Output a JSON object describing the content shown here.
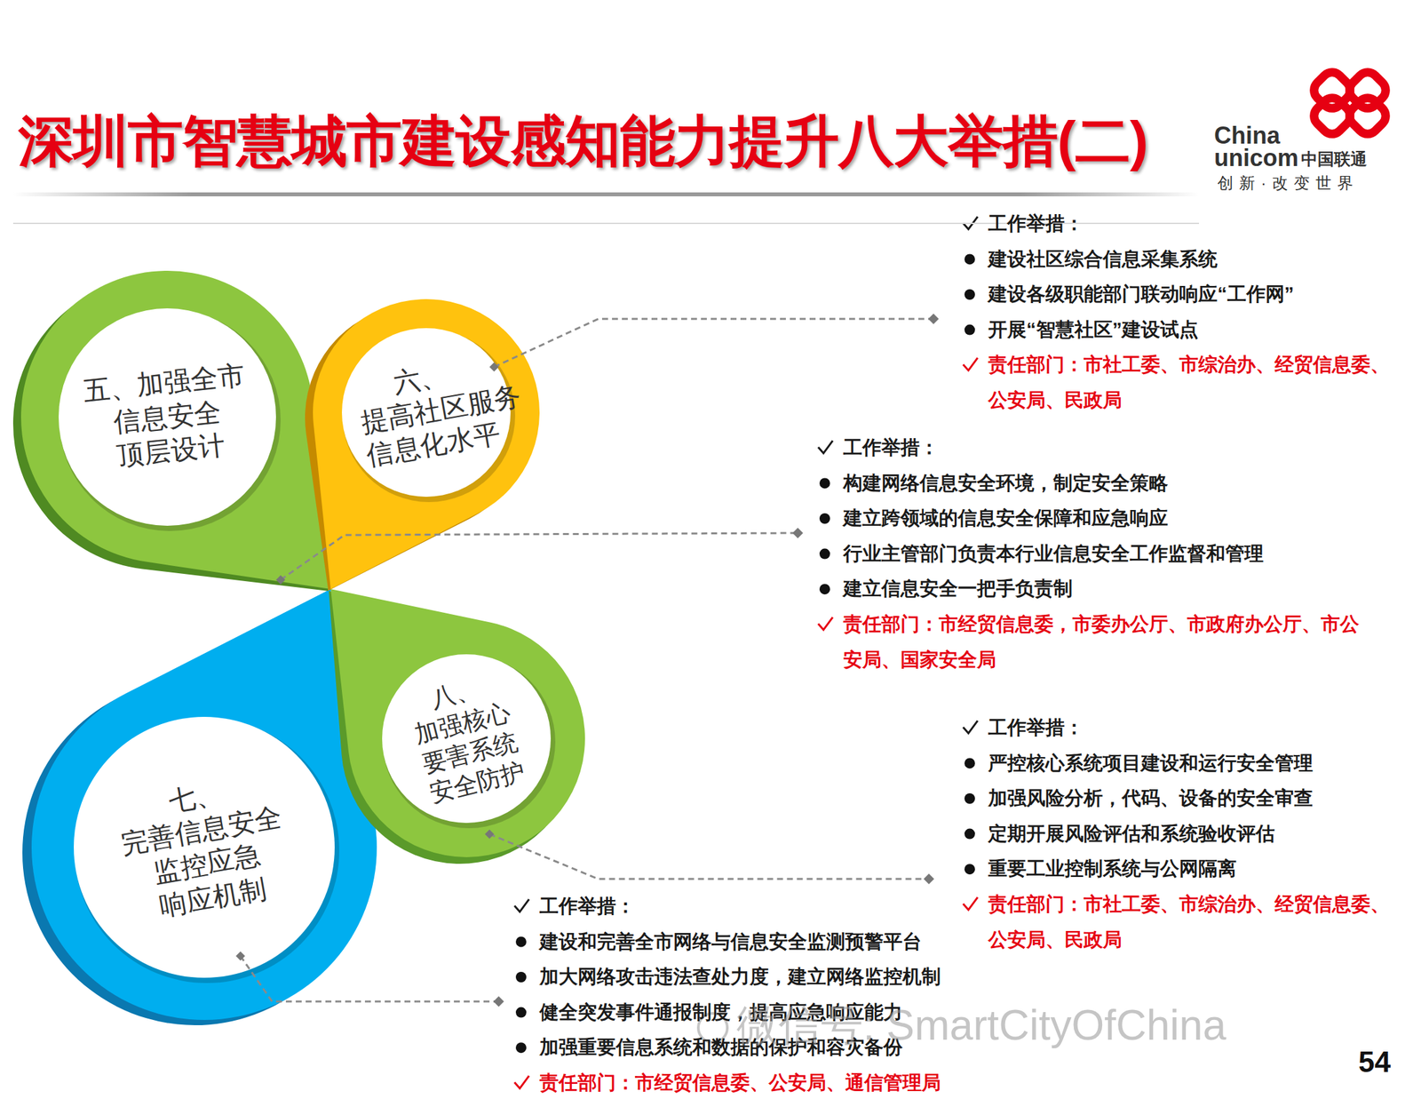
{
  "diagram": {
    "title": "深圳市智慧城市建设感知能力提升八大举措(二)",
    "nodes": [
      {
        "text": [
          "五、加强全市 信息安全 顶层设计"
        ]
      },
      {
        "text": [
          "六、提高社区服务 信息化水平"
        ]
      },
      {
        "text": [
          "七、完善信息安全 监控应急 响应机制"
        ]
      },
      {
        "text": [
          "八、加强核心 要害系统 安全防护"
        ]
      }
    ],
    "labels": [
      "China",
      "unicom",
      "中国联通",
      "创新·改变世界",
      "工作举措：",
      "建设社区综合信息采集系统",
      "建设各级职能部门联动响应“工作网”",
      "开展“智慧社区”建设试点",
      "责任部门：市社工委、市综治办、经贸信息委、公安局、民政局",
      "工作举措：",
      "构建网络信息安全环境，制定安全策略",
      "建立跨领域的信息安全保障和应急响应",
      "行业主管部门负责本行业信息安全工作监督和管理",
      "建立信息安全一把手负责制",
      "责任部门：市经贸信息委，市委办公厅、市政府办公厅、市公安局、国家安全局",
      "工作举措：",
      "严控核心系统项目建设和运行安全管理",
      "加强风险分析，代码、设备的安全审查",
      "定期开展风险评估和系统验收评估",
      "重要工业控制系统与公网隔离",
      "责任部门：市社工委、市综治办、经贸信息委、公安局、民政局",
      "工作举措：",
      "建设和完善全市网络与信息安全监测预警平台",
      "加大网络攻击违法查处力度，建立网络监控机制",
      "健全突发事件通报制度，提高应急响应能力",
      "加强重要信息系统和数据的保护和容灾备份",
      "责任部门：市经贸信息委、公安局、通信管理局",
      "微信号: SmartCityOfChina",
      "54"
    ]
  }
}
